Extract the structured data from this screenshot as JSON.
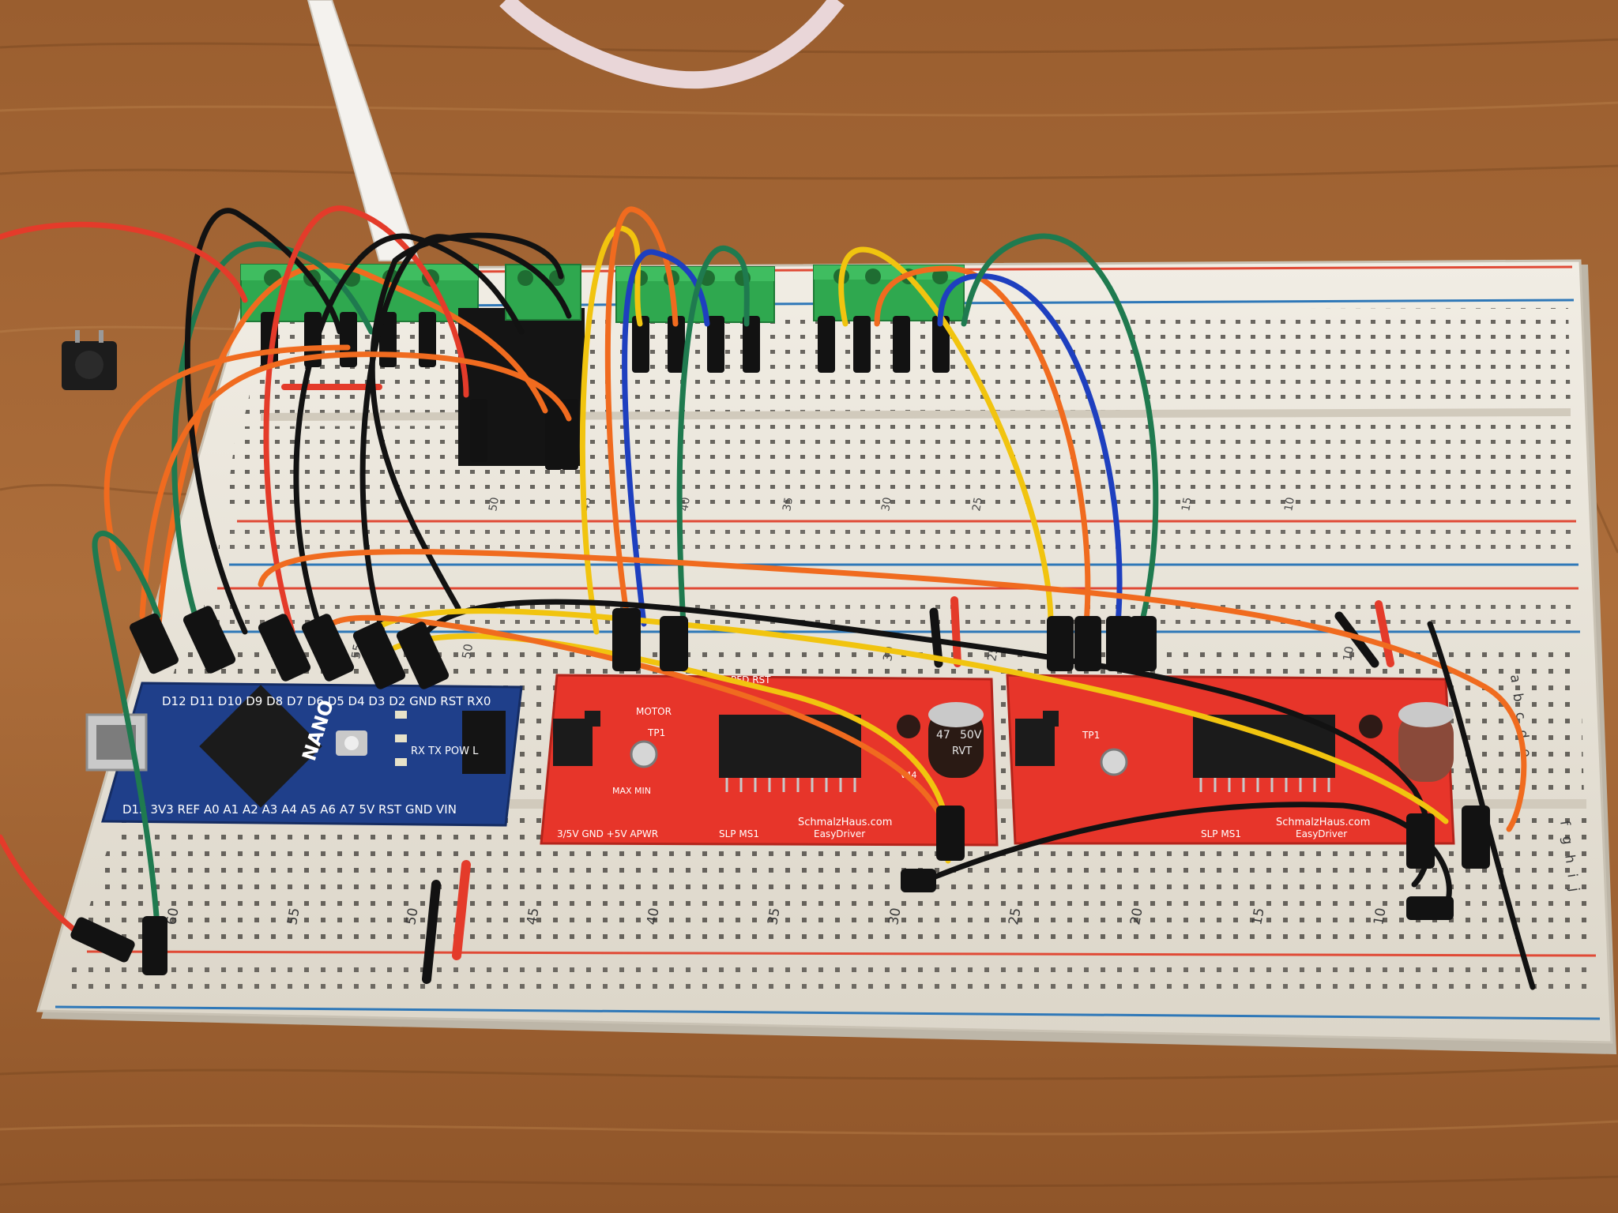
{
  "photo": {
    "colors": {
      "desk": "#a86a38",
      "desk_dark": "#7b4a22",
      "breadboard": "#ece8de",
      "breadboard_shadow": "#b9b3a6",
      "rail_red": "#e04a36",
      "rail_blue": "#2f78b8",
      "terminal_green": "#2fa84f",
      "nano_pcb": "#1f3f8a",
      "easydriver_pcb": "#e7352a",
      "chip": "#1b1b1b"
    },
    "board_labels": {
      "nano_name": "NANO",
      "nano_top_pins": "D12 D11 D10 D9 D8 D7 D6 D5 D4 D3 D2 GND RST RX0",
      "nano_bottom_pins": "D13 3V3 REF A0 A1 A2 A3 A4 A5 A6 A7 5V RST GND VIN",
      "nano_leds": "RX  TX  POW  L",
      "driver_top_left": "PFD RST",
      "driver_motor": "MOTOR",
      "driver_tp1": "TP1",
      "driver_pot": "MAX  MIN",
      "driver_power": "3/5V GND +5V  APWR",
      "driver_ms": "SLP MS1",
      "driver_brand": "SchmalzHaus.com",
      "driver_product": "EasyDriver",
      "driver_version": "v44",
      "cap_value": "47",
      "cap_voltage": "50V",
      "cap_series": "RVT"
    },
    "row_numbers_bottom": [
      "60",
      "55",
      "50",
      "45",
      "40",
      "35",
      "30",
      "25",
      "20",
      "15",
      "10"
    ],
    "row_numbers_top": [
      "50",
      "45",
      "40",
      "35",
      "30",
      "25",
      "15",
      "10"
    ],
    "row_numbers_mid": [
      "55",
      "50",
      "30",
      "25",
      "10"
    ],
    "column_letters_right": "a b c d e",
    "column_letters_right_lower": "f g h i j"
  }
}
